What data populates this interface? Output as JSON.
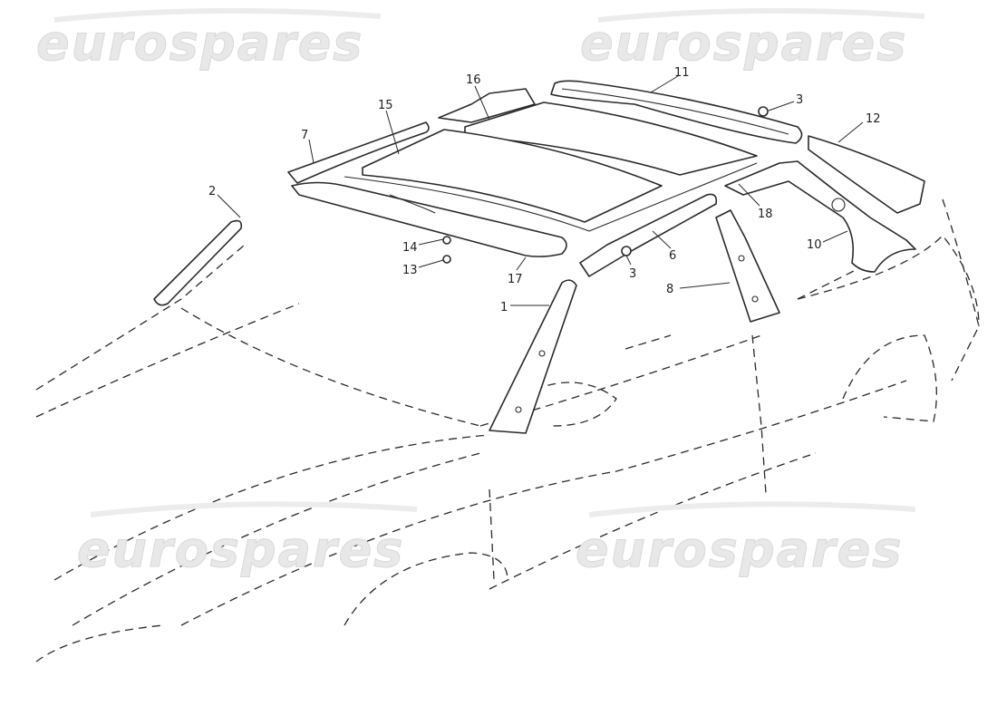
{
  "watermark": {
    "text": "eurospares",
    "color": "#e0e0e0"
  },
  "callouts": [
    {
      "id": "11",
      "label": "11"
    },
    {
      "id": "16",
      "label": "16"
    },
    {
      "id": "3a",
      "label": "3"
    },
    {
      "id": "15",
      "label": "15"
    },
    {
      "id": "12",
      "label": "12"
    },
    {
      "id": "7",
      "label": "7"
    },
    {
      "id": "2",
      "label": "2"
    },
    {
      "id": "18",
      "label": "18"
    },
    {
      "id": "6",
      "label": "6"
    },
    {
      "id": "14",
      "label": "14"
    },
    {
      "id": "13",
      "label": "13"
    },
    {
      "id": "17",
      "label": "17"
    },
    {
      "id": "3b",
      "label": "3"
    },
    {
      "id": "1",
      "label": "1"
    },
    {
      "id": "8",
      "label": "8"
    },
    {
      "id": "10",
      "label": "10"
    }
  ]
}
